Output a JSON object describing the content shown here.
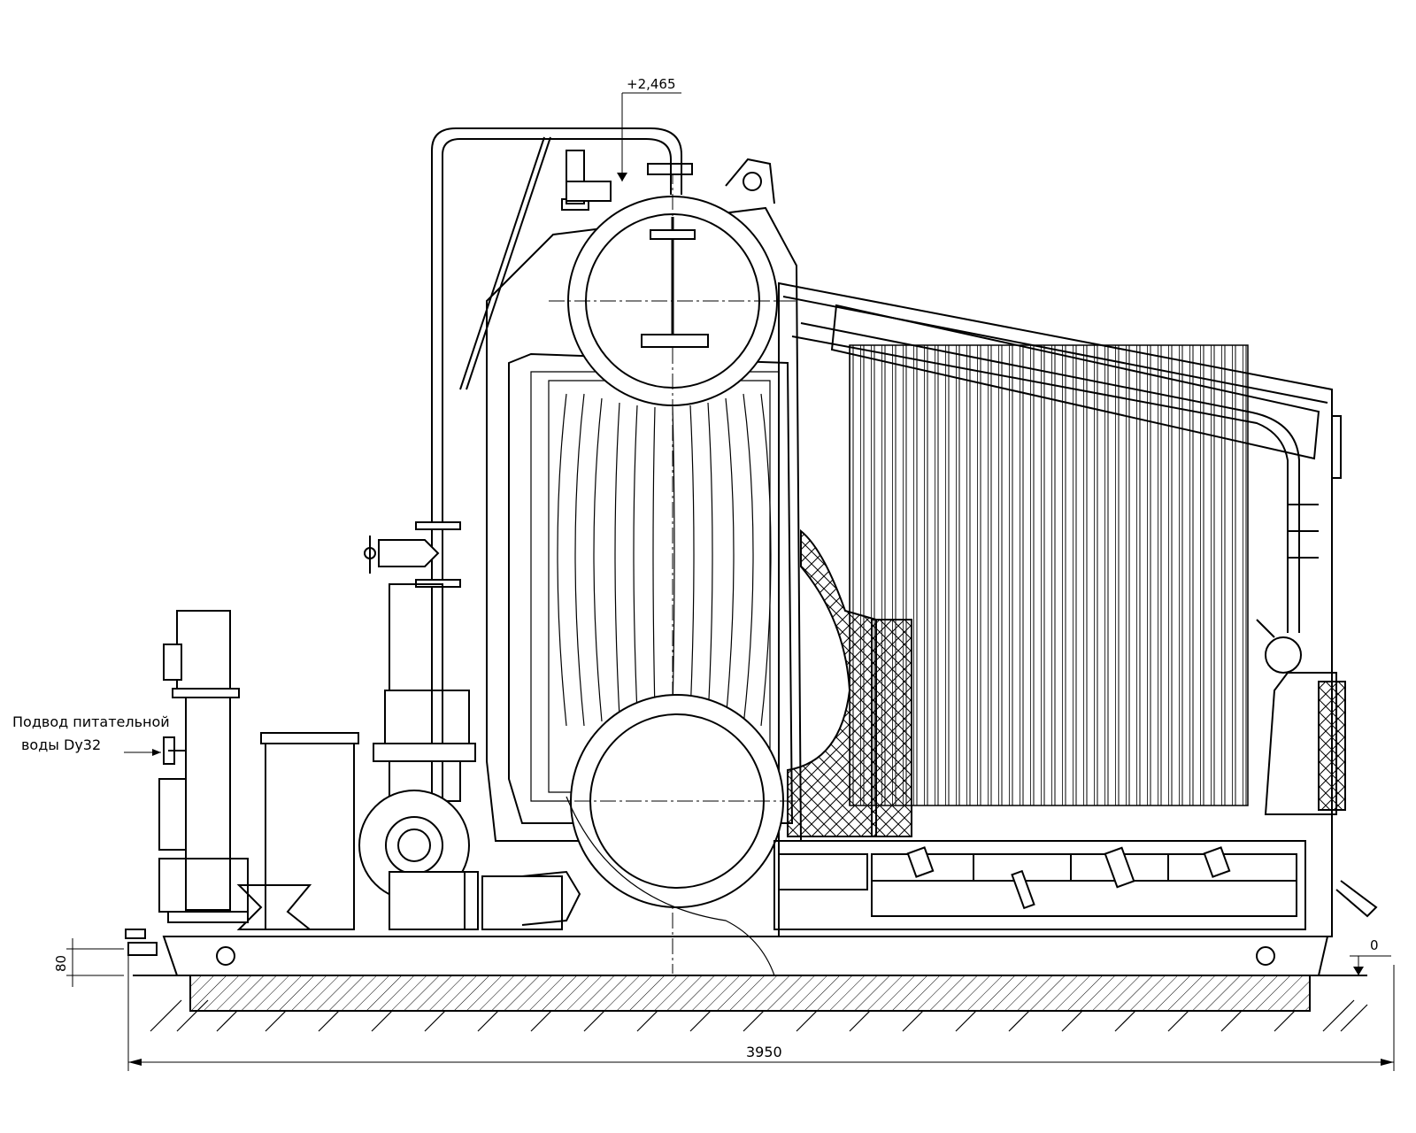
{
  "annotations": {
    "feed_water_line1": "Подвод питательной",
    "feed_water_line2": "воды Dу32",
    "elevation_top": "+2,465",
    "elevation_zero": "0",
    "dim_base_height": "80",
    "dim_total_length": "3950"
  },
  "colors": {
    "line": "#000000",
    "background": "#ffffff"
  }
}
